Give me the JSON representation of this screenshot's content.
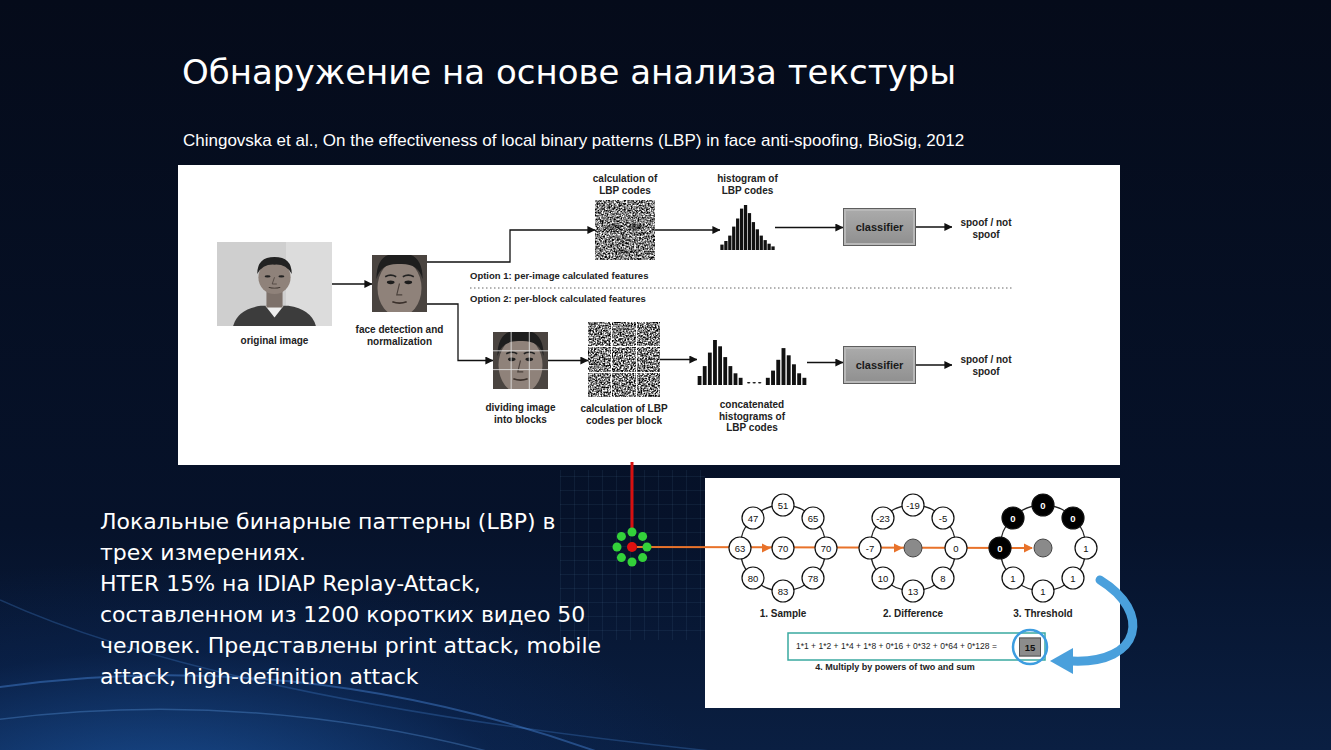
{
  "diagram": {
    "title": "Обнаружение на основе анализа текстуры",
    "caption": "Chingovska et al., On the effectiveness of local binary patterns (LBP) in face anti-spoofing, BioSig, 2012",
    "nodes": [
      {
        "text": [
          "original image"
        ]
      },
      {
        "text": [
          "face detection and normalization"
        ]
      },
      {
        "text": [
          "calculation of LBP codes"
        ]
      },
      {
        "text": [
          "histogram of LBP codes"
        ]
      },
      {
        "text": [
          "classifier"
        ]
      },
      {
        "text": [
          "spoof / not spoof"
        ]
      },
      {
        "text": [
          "dividing image into blocks"
        ]
      },
      {
        "text": [
          "calculation of LBP codes per block"
        ]
      },
      {
        "text": [
          "concatenated histograms of LBP codes"
        ]
      },
      {
        "text": [
          "classifier"
        ]
      },
      {
        "text": [
          "spoof / not spoof"
        ]
      }
    ],
    "edges": [
      {
        "from": 0,
        "to": 1,
        "arrow": "to"
      },
      {
        "from": 1,
        "to": 2,
        "arrow": "to"
      },
      {
        "from": 2,
        "to": 3,
        "arrow": "to"
      },
      {
        "from": 3,
        "to": 4,
        "arrow": "to"
      },
      {
        "from": 4,
        "to": 5,
        "arrow": "to"
      },
      {
        "from": 1,
        "to": 6,
        "arrow": "to"
      },
      {
        "from": 6,
        "to": 7,
        "arrow": "to"
      },
      {
        "from": 7,
        "to": 8,
        "arrow": "to"
      },
      {
        "from": 8,
        "to": 9,
        "arrow": "to"
      },
      {
        "from": 9,
        "to": 10,
        "arrow": "to"
      }
    ],
    "labels": [
      "Option 1: per-image calculated features",
      "Option 2: per-block calculated features",
      "Локальные бинарные паттерны (LBP) в трех измерениях.",
      "HTER 15% на IDIAP Replay-Attack, составленном из 1200 коротких видео 50 человек. Представлены print attack, mobile attack, high-definition attack",
      "47",
      "51",
      "65",
      "63",
      "70",
      "70",
      "80",
      "83",
      "78",
      "-23",
      "-19",
      "-5",
      "-7",
      "0",
      "10",
      "13",
      "8",
      "0",
      "0",
      "0",
      "0",
      "1",
      "1",
      "1",
      "1",
      "1. Sample",
      "2. Difference",
      "3. Threshold",
      "1*1 + 1*2 + 1*4 + 1*8 + 0*16 + 0*32 + 0*64 + 0*128 =",
      "15",
      "4. Multiply by powers of two and sum"
    ]
  }
}
